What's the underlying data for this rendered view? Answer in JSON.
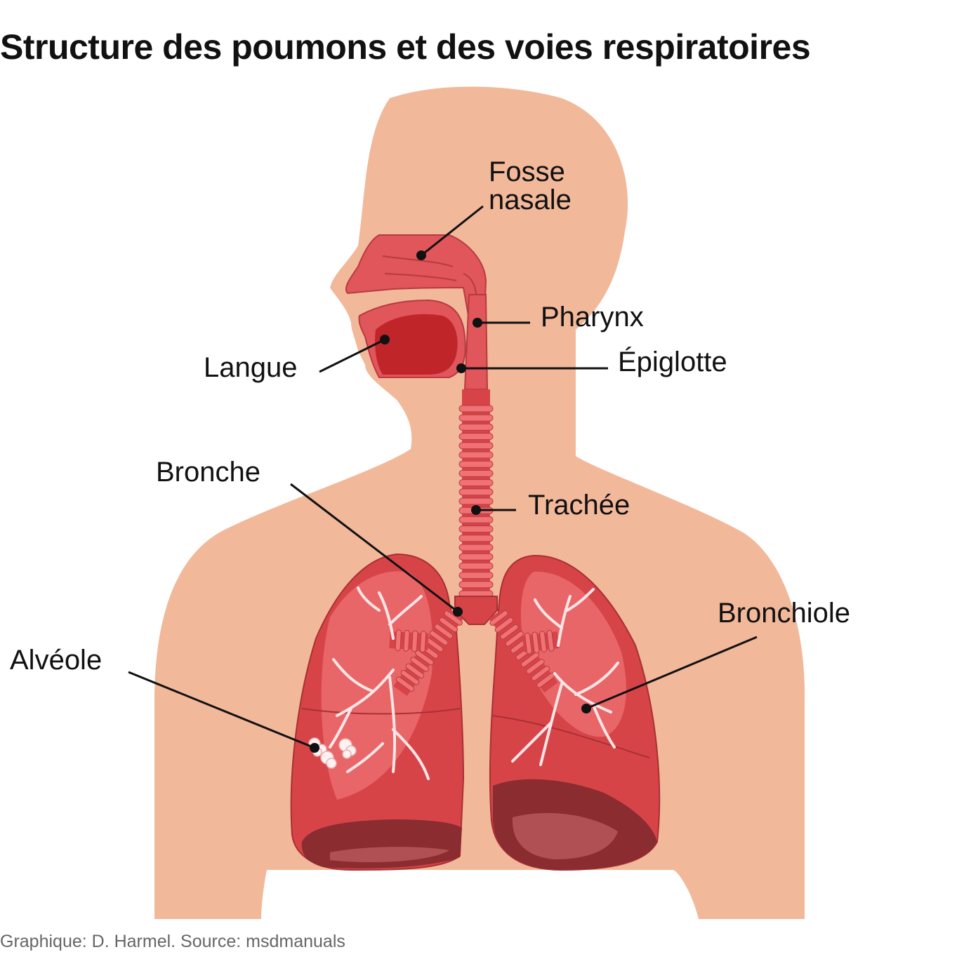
{
  "title": "Structure des poumons et des voies respiratoires",
  "credit": "Graphique: D. Harmel. Source: msdmanuals",
  "labels": {
    "fosse_line1": "Fosse",
    "fosse_line2": "nasale",
    "pharynx": "Pharynx",
    "epiglotte": "Épiglotte",
    "langue": "Langue",
    "bronche": "Bronche",
    "trachee": "Trachée",
    "bronchiole": "Bronchiole",
    "alveole": "Alvéole"
  },
  "colors": {
    "skin": "#f2b89a",
    "airway": "#e0565a",
    "tongue": "#c0252a",
    "lung": "#d64448",
    "lung_light": "#e86668",
    "lung_dark": "#8a2c30",
    "bronchiole": "#ffe6e6"
  }
}
